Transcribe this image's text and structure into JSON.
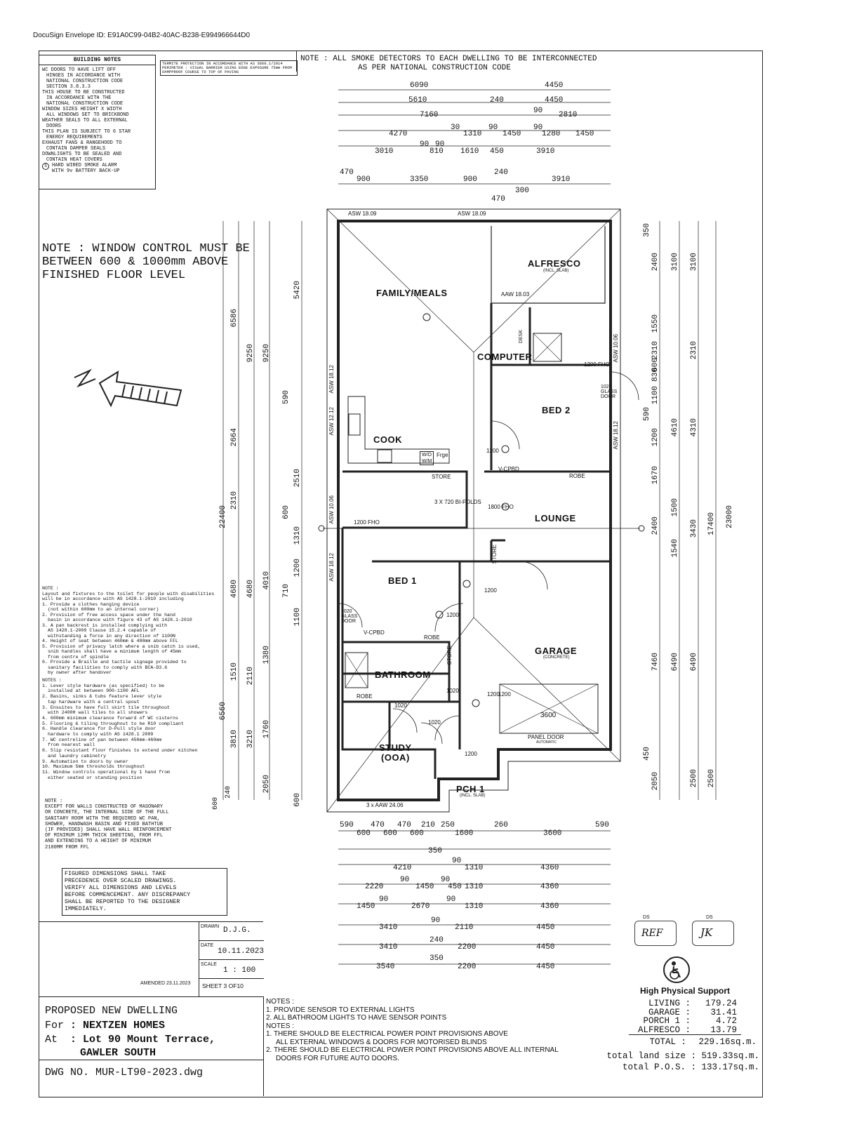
{
  "envelope_id": "DocuSign Envelope ID: E91A0C99-04B2-40AC-B238-E994966644D0",
  "building_notes": {
    "title": "BUILDING NOTES",
    "lines": [
      "WC DOORS TO HAVE LIFT OFF",
      "HINGES IN ACCORDANCE WITH",
      "NATIONAL CONSTRUCTION CODE",
      "SECTION 3.8.3.3",
      "THIS HOUSE TO BE CONSTRUCTED",
      "IN ACCORDANCE WITH THE",
      "NATIONAL CONSTRUCTION CODE",
      "WINDOW SIZES HEIGHT X WIDTH",
      "ALL WINDOWS SET TO BRICKBOND",
      "WEATHER SEALS TO ALL EXTERNAL",
      "DOORS",
      "THIS PLAN IS SUBJECT TO 6 STAR",
      "ENERGY REQUIREMENTS",
      "EXHAUST FANS & RANGEHOOD TO",
      "CONTAIN DAMPER SEALS",
      "DOWNLIGHTS TO BE SEALED AND",
      "CONTAIN HEAT COVERS",
      "HARD WIRED SMOKE ALARM",
      "WITH 9v BATTERY BACK-UP"
    ]
  },
  "termite_note": "TERMITE PROTECTION IN ACCORDANCE WITH AS 3660.1/2014 PERIMETER : VISUAL BARRIER USING EDGE EXPOSURE 75mm FROM DAMPPROOF COURSE TO TOP OF PAVING",
  "smoke_note_1": "NOTE : ALL SMOKE DETECTORS TO EACH DWELLING TO BE INTERCONNECTED",
  "smoke_note_2": "AS PER NATIONAL CONSTRUCTION CODE",
  "window_note": [
    "NOTE : WINDOW CONTROL MUST BE",
    "BETWEEN 600 & 1000mm ABOVE",
    "FINISHED FLOOR LEVEL"
  ],
  "disability_note": {
    "lines": [
      "NOTE :",
      "Layout and fixtures to the toilet for people with disabilities",
      "will be in accordance with AS 1428.1-2010 including",
      "1. Provide a clothes hanging device",
      "(not within 600mm to an internal corner)",
      "2. Provision of free access space under the hand",
      "basin in accordance with figure 43 of AS 1428.1-2010",
      "3. A pan backrest is installed complying with",
      "AS 1428.1-2009 Clause 15.2.4 capable of",
      "withstanding a force in any direction of 1100N",
      "4. Height of seat between 460mm & 480mm above FFL",
      "5. Provision of privacy latch where a snib catch is used,",
      "snib handles shall have a minimum length of 45mm",
      "from centre of spindle",
      "6. Provide a Braille and tactile signage provided to",
      "sanitary facilities to comply with BCA-D3.6",
      "by owner after handover"
    ]
  },
  "fixtures_note": {
    "lines": [
      "NOTES :",
      "1. Lever style hardware (as specified) to be",
      "installed at between 900-1100 AFL",
      "2. Basins, sinks & tubs feature lever style",
      "tap hardware with a central spout",
      "3. Ensuites to have full skirt tile throughout",
      "with 2400H wall tiles to all showers",
      "4. 600mm minimum clearance forward of WC cisterns",
      "5. Flooring & tiling throughout to be R10 compliant",
      "6. Handle clearance for D-Pull style door",
      "hardware to comply with AS 1428.1 2009",
      "7. WC centreline of pan between 450mm-460mm",
      "from nearest wall",
      "8. Slip resistant floor finishes to extend under kitchen",
      "and laundry cabinetry",
      "9. Automation to doors by owner",
      "10. Maximum 5mm thresholds throughout",
      "11. Window controls operational by 1 hand from",
      "either seated or standing position"
    ]
  },
  "walls_note": {
    "lines": [
      "NOTE :",
      "EXCEPT FOR WALLS CONSTRUCTED OF MASONARY",
      "OR CONCRETE, THE INTERNAL SIDE OF THE FULL",
      "SANITARY ROOM WITH THE REQUIRED WC PAN,",
      "SHOWER, HANDWASH BASIN AND FIXED BATHTUB",
      "(IF PROVIDED) SHALL HAVE WALL REINFORCEMENT",
      "OF MINIMUM 12MM THICK SHEETING, FROM FFL",
      "AND EXTENDING TO A HEIGHT OF MINIMUM",
      "2100MM FROM FFL"
    ]
  },
  "figured_dims": [
    "FIGURED DIMENSIONS SHALL TAKE",
    "PRECEDENCE OVER SCALED DRAWINGS.",
    "VERIFY ALL DIMENSIONS AND LEVELS",
    "BEFORE COMMENCEMENT. ANY DISCREPANCY",
    "SHALL BE REPORTED TO THE DESIGNER",
    "IMMEDIATELY."
  ],
  "title_block": {
    "drawn_label": "DRAWN",
    "drawn_value": "D.J.G.",
    "date_label": "DATE",
    "date_value": "10.11.2023",
    "scale_label": "SCALE",
    "scale_value": "1 : 100",
    "amended": "AMENDED 23.11.2023",
    "sheet": "SHEET 3 OF10",
    "project": "PROPOSED NEW DWELLING",
    "for_label": "For",
    "for_value": ": NEXTZEN HOMES",
    "at_label": "At",
    "at_value": ": Lot 90 Mount Terrace,",
    "at_value_2": "GAWLER SOUTH",
    "dwg_no": "DWG NO. MUR-LT90-2023.dwg"
  },
  "bottom_notes": [
    "NOTES :",
    "1. PROVIDE SENSOR TO EXTERNAL LIGHTS",
    "2. ALL BATHROOM LIGHTS TO HAVE SENSOR POINTS",
    "NOTES :",
    "1. THERE SHOULD BE ELECTRICAL POWER POINT PROVISIONS ABOVE",
    "ALL EXTERNAL WINDOWS & DOORS FOR MOTORISED BLINDS",
    "2. THERE SHOULD BE ELECTRICAL POWER POINT PROVISIONS ABOVE ALL INTERNAL",
    "DOORS FOR FUTURE AUTO DOORS."
  ],
  "areas": {
    "badge": "High Physical Support",
    "rows": [
      {
        "label": "LIVING :",
        "value": "179.24"
      },
      {
        "label": "GARAGE :",
        "value": "31.41"
      },
      {
        "label": "PORCH 1 :",
        "value": "4.72"
      },
      {
        "label": "ALFRESCO :",
        "value": "13.79"
      }
    ],
    "total_label": "TOTAL :",
    "total_value": "229.16sq.m.",
    "land_label": "total land size :",
    "land_value": "519.33sq.m.",
    "pos_label": "total P.O.S. :",
    "pos_value": "133.17sq.m."
  },
  "initials": [
    {
      "tag": "DS",
      "text": "REF"
    },
    {
      "tag": "DS",
      "text": "JK"
    }
  ],
  "rooms": {
    "family": "FAMILY/MEALS",
    "alfresco": "ALFRESCO",
    "alfresco_sub": "(INCL. SLAB)",
    "computer": "COMPUTER",
    "bed2": "BED 2",
    "cook": "COOK",
    "lounge": "LOUNGE",
    "bed1": "BED 1",
    "garage": "GARAGE",
    "garage_sub": "(CONCRETE)",
    "bathroom": "BATHROOM",
    "study": "STUDY",
    "study_sub": "(OOA)",
    "porch": "PCH 1",
    "porch_sub": "(INCL. SLAB)",
    "store": "STORE",
    "robe": "ROBE",
    "desk": "DESK",
    "panel_door": "PANEL DOOR",
    "automatic": "AUTOMATIC",
    "wo": "W/O",
    "frge": "Frge",
    "wm": "W/M",
    "vcpbd": "V-CPBD"
  },
  "window_tags": {
    "asw_top_left": "ASW 18.09",
    "asw_top_right": "ASW 18.09",
    "aaw_alfresco": "AAW 18.03",
    "asw_family": "ASW 18.12",
    "asw_cook": "ASW 12.12",
    "asw_laundry": "ASW 10.06",
    "asw_bed1": "ASW 18.12",
    "asw_bed2_top": "ASW 10.06",
    "asw_bed2": "ASW 18.12",
    "aaw_study": "3 x AAW 24.06",
    "bifold": "3 X 720 BI-FOLDS"
  },
  "door_tags": [
    "1200 FHO",
    "1200 FHO",
    "1020 GLASS DOOR",
    "1020 GLASS DOOR",
    "1200",
    "1200",
    "1200",
    "1200",
    "1200",
    "1020",
    "1020",
    "1020",
    "1800 FHO",
    "1200",
    "3600"
  ],
  "dims_top": [
    [
      "6090",
      "4450"
    ],
    [
      "5610",
      "240",
      "4450"
    ],
    [
      "7160",
      "90",
      "2810"
    ],
    [
      "4270",
      "30",
      "1310",
      "90",
      "1450",
      "90",
      "1280",
      "1450"
    ],
    [
      "3010",
      "90",
      "90",
      "810",
      "1610",
      "450",
      "3910"
    ],
    [
      "470",
      "900",
      "3350",
      "900",
      "240",
      "3910",
      "300",
      "470"
    ]
  ],
  "dims_bottom": [
    [
      "590",
      "470",
      "470",
      "210",
      "250",
      "260",
      "590"
    ],
    [
      "600",
      "600",
      "600",
      "1600",
      "3600",
      "350"
    ],
    [
      "4210",
      "90",
      "1310",
      "4360"
    ],
    [
      "2220",
      "90",
      "1450",
      "90",
      "450",
      "1310",
      "4360"
    ],
    [
      "1450",
      "90",
      "2670",
      "90",
      "1310",
      "4360"
    ],
    [
      "3410",
      "90",
      "2110",
      "4450"
    ],
    [
      "3410",
      "240",
      "2200",
      "4450"
    ],
    [
      "3540",
      "350",
      "2200",
      "4450"
    ]
  ],
  "dims_left": [
    "22400",
    "6586",
    "9250",
    "9250",
    "5420",
    "2664",
    "590",
    "2510",
    "2310",
    "600",
    "1310",
    "4680",
    "4680",
    "4010",
    "710",
    "1200",
    "1100",
    "6560",
    "3810",
    "3210",
    "2050",
    "1760",
    "1510",
    "2110",
    "1380",
    "600"
  ],
  "dims_right": [
    "350",
    "2400",
    "3100",
    "3100",
    "1550",
    "2310",
    "2310",
    "600",
    "830",
    "1100",
    "4610",
    "4310",
    "590",
    "1200",
    "1670",
    "1500",
    "3430",
    "17400",
    "23000",
    "2400",
    "1540",
    "7460",
    "6490",
    "6490",
    "450",
    "2050",
    "2500",
    "2500"
  ],
  "bottom_margin_dims": [
    "600",
    "240"
  ]
}
